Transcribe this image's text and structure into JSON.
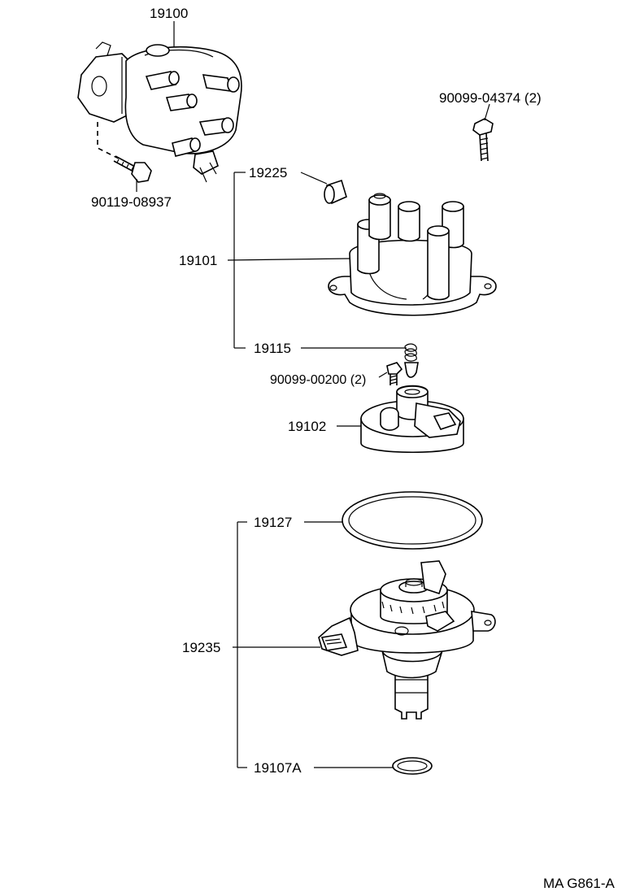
{
  "parts": {
    "p19100": "19100",
    "p90119_08937": "90119-08937",
    "p90099_04374": "90099-04374 (2)",
    "p19225": "19225",
    "p19101": "19101",
    "p19115": "19115",
    "p90099_00200": "90099-00200 (2)",
    "p19102": "19102",
    "p19127": "19127",
    "p19235": "19235",
    "p19107A": "19107A"
  },
  "figure_code": "MA G861-A"
}
